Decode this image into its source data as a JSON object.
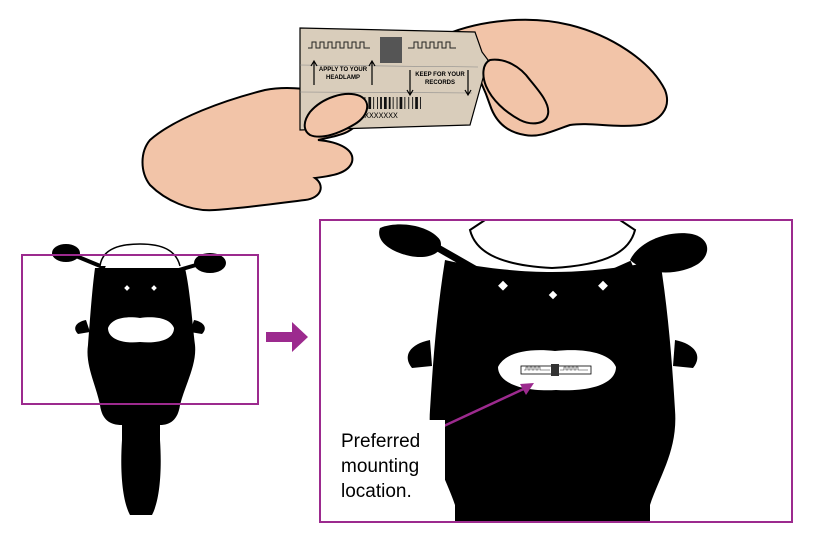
{
  "label_card": {
    "apply_text": [
      "APPLY TO YOUR",
      "HEADLAMP"
    ],
    "keep_text": [
      "KEEP FOR YOUR",
      "RECORDS"
    ],
    "serial": "XXXXXXXXXXX",
    "card_color": "#d9cdbb"
  },
  "callout": {
    "lines": [
      "Preferred",
      "mounting",
      "location."
    ]
  },
  "colors": {
    "frame": "#9c2a8e",
    "arrow": "#9c2a8e",
    "skin": "#f2c4a8",
    "silhouette": "#000000"
  },
  "icons": {
    "arrow": "right-arrow-icon",
    "hands": "hands-icon",
    "motorcycle": "motorcycle-silhouette-icon"
  }
}
